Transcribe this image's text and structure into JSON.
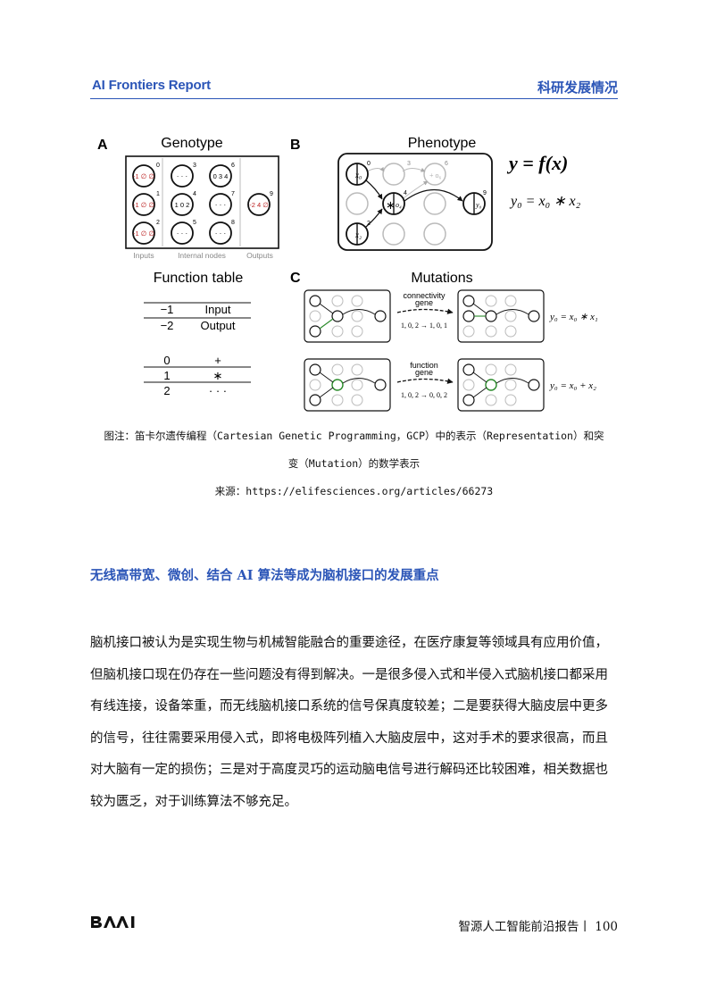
{
  "header": {
    "left": "AI Frontiers Report",
    "right": "科研发展情况"
  },
  "figure": {
    "panel_a": {
      "letter": "A",
      "title": "Genotype",
      "node_numbers": [
        "0",
        "1",
        "2",
        "3",
        "4",
        "5",
        "6",
        "7",
        "8",
        "9"
      ],
      "input_gene": "-1 ∅ ∅",
      "gene_3": "· · ·",
      "gene_4": "1 0 2",
      "gene_5": "· · ·",
      "gene_6": "0 3 4",
      "gene_7": "· · ·",
      "gene_8": "· · ·",
      "gene_9": "-2 4 ∅",
      "label_inputs": "Inputs",
      "label_internal": "Internal nodes",
      "label_outputs": "Outputs"
    },
    "panel_b": {
      "letter": "B",
      "title": "Phenotype",
      "eq1": "y = f(x)",
      "eq2": "y₀ = x₀ ∗ x₂"
    },
    "function_table": {
      "title": "Function table",
      "rows_io": [
        [
          "−1",
          "Input"
        ],
        [
          "−2",
          "Output"
        ]
      ],
      "rows_fn": [
        [
          "0",
          "+"
        ],
        [
          "1",
          "∗"
        ],
        [
          "2",
          "· · ·"
        ]
      ]
    },
    "panel_c": {
      "letter": "C",
      "title": "Mutations",
      "m1_label1": "connectivity",
      "m1_label2": "gene",
      "m1_change": "1, 0, 2 → 1, 0, 1",
      "m1_result": "y₀ = x₀ ∗ x₁",
      "m2_label1": "function",
      "m2_label2": "gene",
      "m2_change": "1, 0, 2 → 0, 0, 2",
      "m2_result": "y₀ = x₀ + x₂"
    }
  },
  "caption": {
    "line1": "图注：笛卡尔遗传编程（Cartesian Genetic Programming，GCP）中的表示（Representation）和突",
    "line2": "变（Mutation）的数学表示",
    "source": "来源：https://elifesciences.org/articles/66273"
  },
  "section_title": "无线高带宽、微创、结合 AI 算法等成为脑机接口的发展重点",
  "body_lines": [
    "脑机接口被认为是实现生物与机械智能融合的重要途径，在医疗康复等领域具有应用价值，",
    "但脑机接口现在仍存在一些问题没有得到解决。一是很多侵入式和半侵入式脑机接口都采用",
    "有线连接，设备笨重，而无线脑机接口系统的信号保真度较差；二是要获得大脑皮层中更多",
    "的信号，往往需要采用侵入式，即将电极阵列植入大脑皮层中，这对手术的要求很高，而且",
    "对大脑有一定的损伤；三是对于高度灵巧的运动脑电信号进行解码还比较困难，相关数据也",
    "较为匮乏，对于训练算法不够充足。"
  ],
  "footer": {
    "logo": "BAAI",
    "text": "智源人工智能前沿报告丨 100"
  }
}
